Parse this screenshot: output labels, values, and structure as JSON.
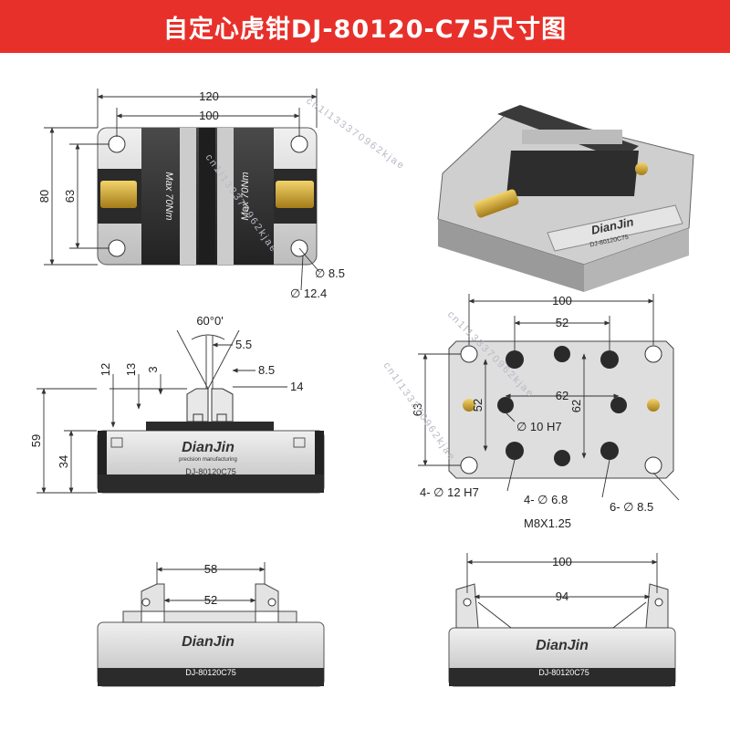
{
  "title": "自定心虎钳DJ-80120-C75尺寸图",
  "colors": {
    "banner": "#e8302a",
    "brass": "#c9a233",
    "body": "#3a3a3a",
    "steel": "#d8d8d8"
  },
  "top_view": {
    "dim_width_outer": "120",
    "dim_width_inner": "100",
    "dim_height_outer": "80",
    "dim_height_inner": "63",
    "hole_small": "∅  8.5",
    "hole_large": "∅  12.4",
    "jaw_left_label": "Max 70Nm",
    "jaw_right_label": "Max 70Nm"
  },
  "front_view": {
    "angle": "60°0'",
    "d_5_5": "5.5",
    "d_12": "12",
    "d_13": "13",
    "d_3": "3",
    "d_8_5": "8.5",
    "d_14": "14",
    "d_59": "59",
    "d_34": "34",
    "brand": "DianJin",
    "brand_sub": "precision manufacturing",
    "model": "DJ-80120C75"
  },
  "bottom_view": {
    "d_100": "100",
    "d_52h": "52",
    "d_63": "63",
    "d_52v": "52",
    "d_62h": "62",
    "d_62v": "62",
    "pin_hole": "∅  10   H7",
    "note_1": "4-  ∅  12   H7",
    "note_2": "4-  ∅  6.8",
    "note_2b": "M8X1.25",
    "note_3": "6-  ∅  8.5"
  },
  "side_view_left": {
    "d_58": "58",
    "d_52": "52"
  },
  "side_view_right": {
    "d_100": "100",
    "d_94": "94"
  },
  "iso_view": {
    "brand": "DianJin",
    "model": "DJ-80120C75"
  },
  "watermark": "cn1l133370962kjae"
}
